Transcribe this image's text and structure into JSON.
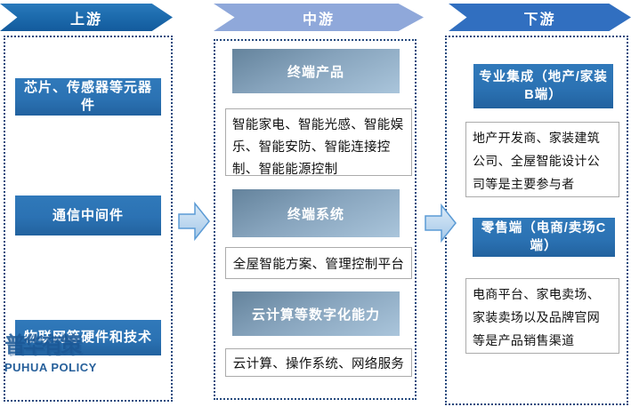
{
  "watermark": {
    "cn": "普华有策",
    "en": "PUHUA POLICY"
  },
  "columns": {
    "upstream": {
      "title": "上游",
      "items": [
        "芯片、传感器等元器件",
        "通信中间件",
        "物联网等硬件和技术"
      ]
    },
    "midstream": {
      "title": "中游",
      "sections": [
        {
          "header": "终端产品",
          "body": "智能家电、智能光感、智能娱乐、智能安防、智能连接控制、智能能源控制"
        },
        {
          "header": "终端系统",
          "body": "全屋智能方案、管理控制平台"
        },
        {
          "header": "云计算等数字化能力",
          "body": "云计算、操作系统、网络服务"
        }
      ]
    },
    "downstream": {
      "title": "下游",
      "sections": [
        {
          "header": "专业集成（地产/家装B端）",
          "body": "地产开发商、家装建筑公司、全屋智能设计公司等是主要参与者"
        },
        {
          "header": "零售端（电商/卖场C端）",
          "body": "电商平台、家电卖场、家装卖场以及品牌官网等是产品销售渠道"
        }
      ]
    }
  },
  "colors": {
    "banner_upstream": "#1d6cae",
    "banner_midstream": "#8fa8da",
    "banner_downstream": "#316fc0",
    "solid_box_blue": "#2b72b3",
    "gradient_box_start": "#64839c",
    "gradient_box_end": "#aac5db",
    "frame_dotted": "#264a7e",
    "arrow_fill": "#bdd7ee",
    "arrow_stroke": "#5b9bd5",
    "watermark_blue": "#1b5795"
  }
}
